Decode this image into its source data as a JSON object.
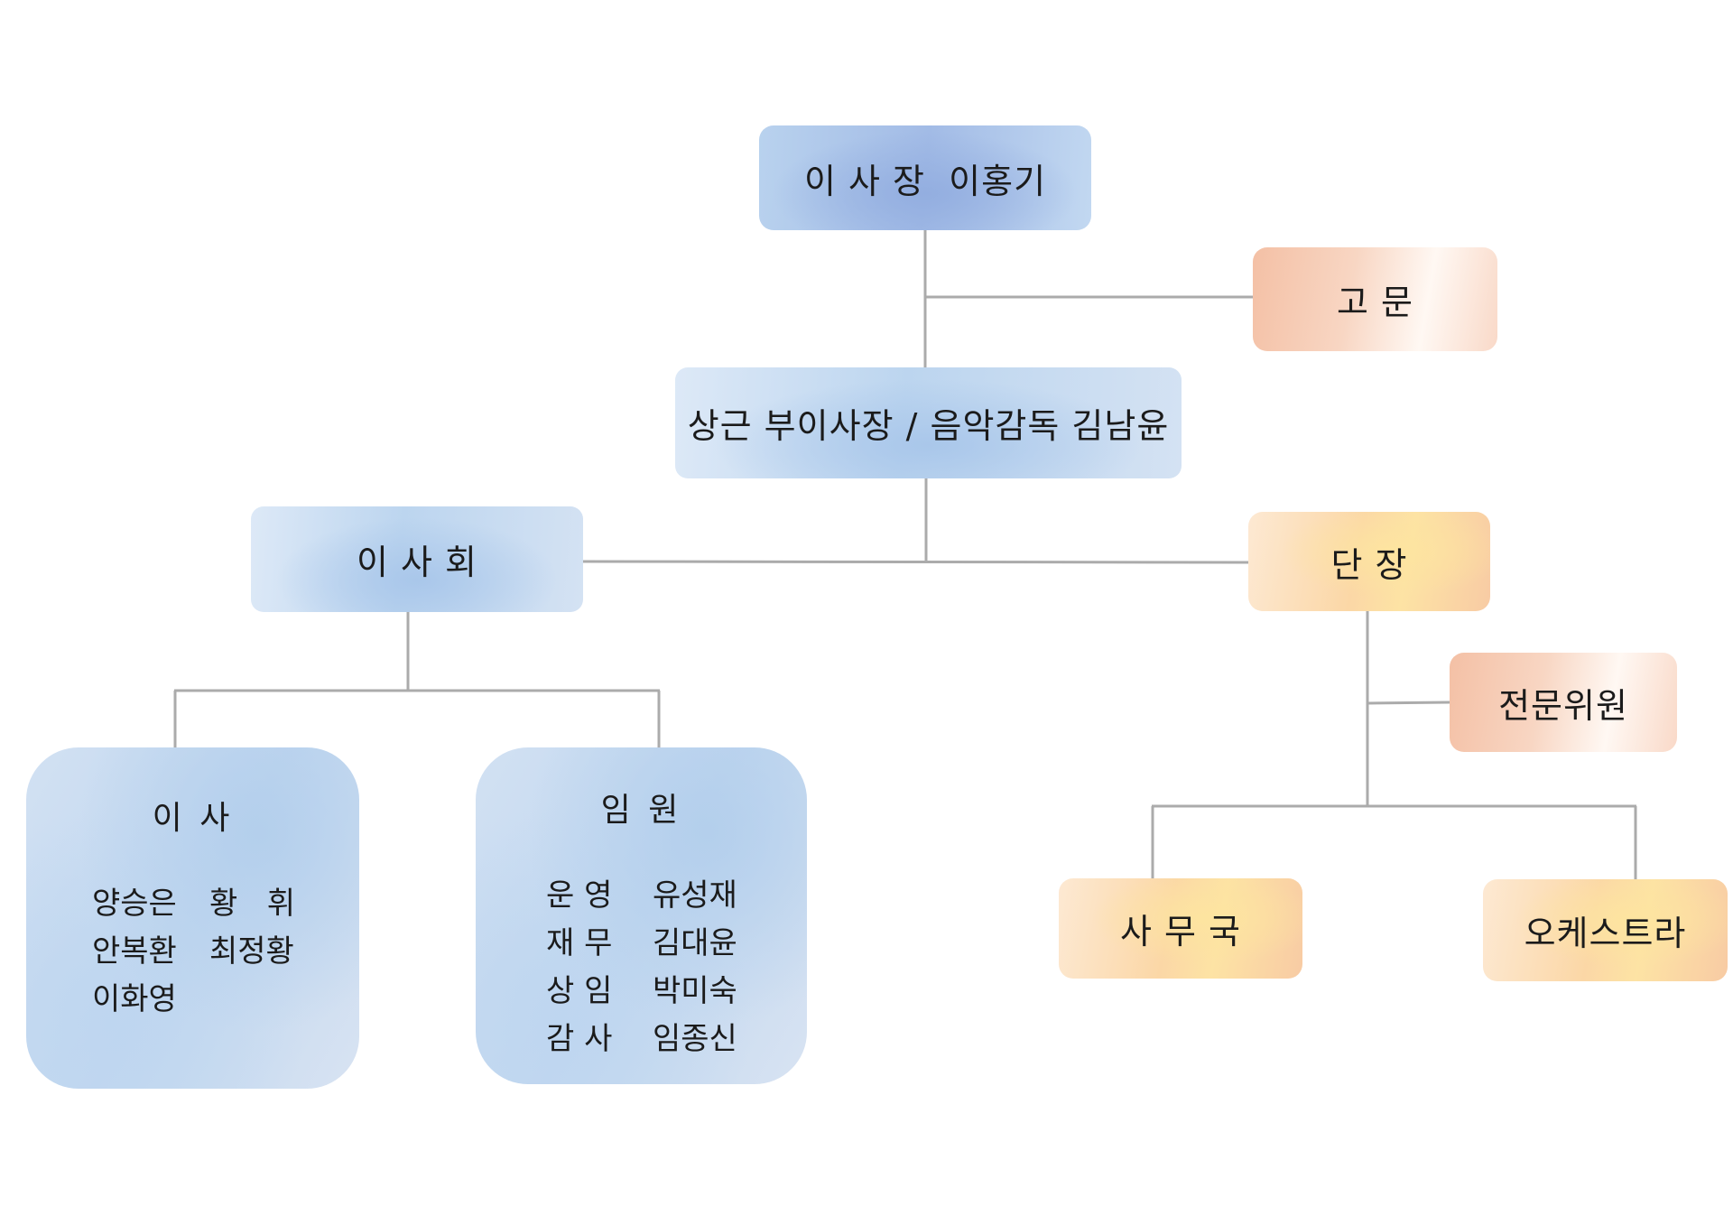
{
  "chairman": "이 사 장  이홍기",
  "advisor": "고 문",
  "vice_chairman": "상근 부이사장 / 음악감독 김남윤",
  "board": "이 사 회",
  "leader": "단 장",
  "expert_committee": "전문위원",
  "secretariat": "사 무 국",
  "orchestra": "오케스트라",
  "directors_group": {
    "title": "이 사",
    "members": [
      "양승은",
      "황   휘",
      "안복환",
      "최정황",
      "이화영"
    ]
  },
  "officers_group": {
    "title": "임 원",
    "rows": [
      {
        "role": "운 영",
        "name": "유성재"
      },
      {
        "role": "재 무",
        "name": "김대윤"
      },
      {
        "role": "상 임",
        "name": "박미숙"
      },
      {
        "role": "감 사",
        "name": "임종신"
      }
    ]
  },
  "colors": {
    "connector": "#ababab",
    "blue_node": "#bcd5ef",
    "chairman_node": "#a2bbe6",
    "peach_node": "#f4c0a5",
    "yellow_node": "#fbd7a6"
  }
}
